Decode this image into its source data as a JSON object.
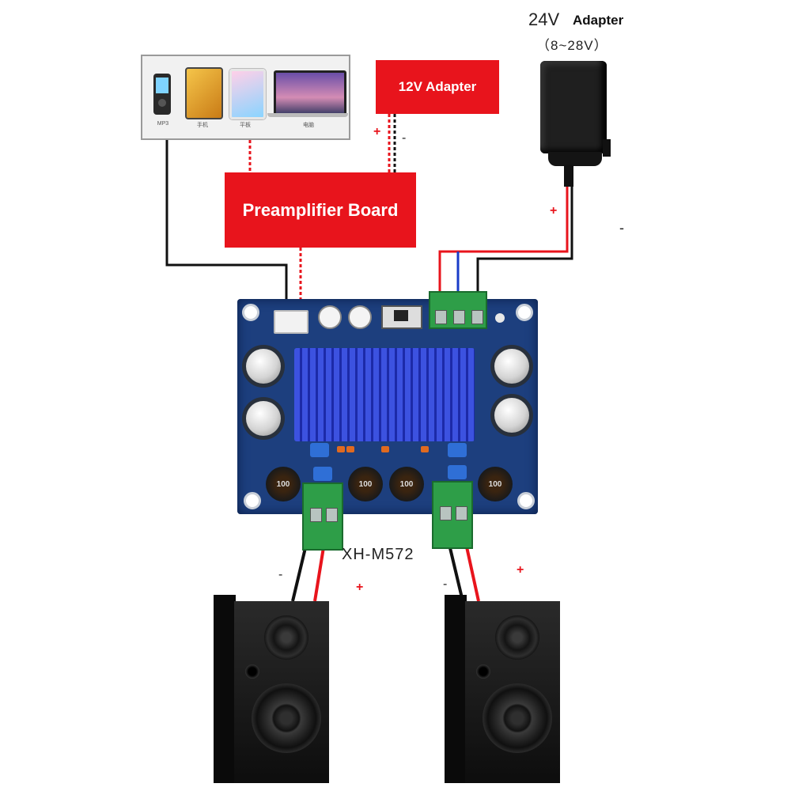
{
  "devices": {
    "labels": [
      "MP3",
      "手机",
      "平板",
      "电脑"
    ]
  },
  "adapter_12v": {
    "label": "12V Adapter"
  },
  "preamp": {
    "label": "Preamplifier Board"
  },
  "adapter_24v": {
    "voltage": "24V",
    "label": "Adapter",
    "range": "（8~28V）"
  },
  "board": {
    "model": "XH-M572",
    "inductor_label": "100"
  },
  "signs": {
    "plus": "+",
    "minus": "-"
  },
  "colors": {
    "red_box": "#e8141c",
    "pcb": "#1d3f7e",
    "heatsink": "#3c52e0",
    "terminal": "#2e9e48",
    "wire_red": "#e8141c",
    "wire_black": "#111111",
    "wire_blue": "#1a3cc8"
  }
}
